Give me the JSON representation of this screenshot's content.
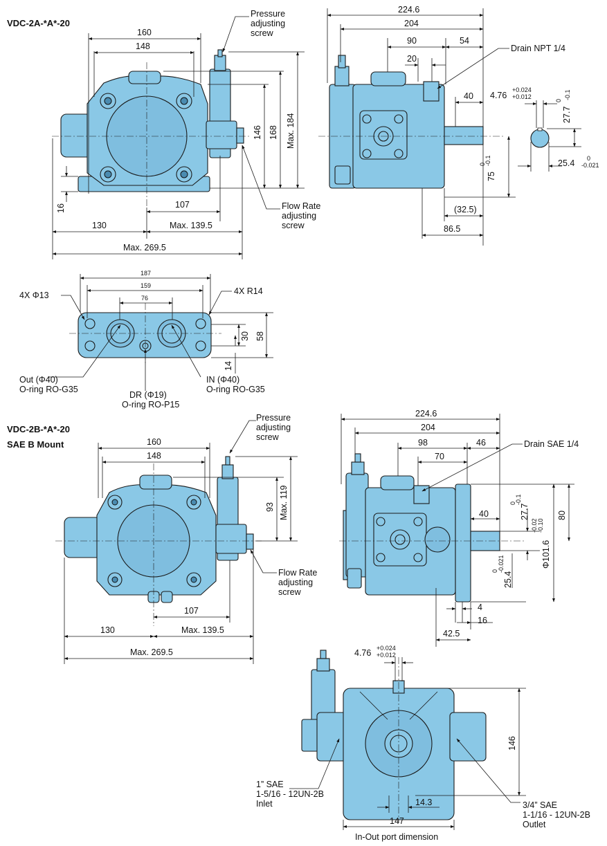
{
  "titles": {
    "a": "VDC-2A-*A*-20",
    "b": "VDC-2B-*A*-20",
    "b_mount": "SAE B Mount"
  },
  "labels": {
    "pressure_adj": [
      "Pressure",
      "adjusting",
      "screw"
    ],
    "flow_adj": [
      "Flow Rate",
      "adjusting",
      "screw"
    ],
    "drain_npt": "Drain NPT 1/4",
    "drain_sae": "Drain SAE 1/4",
    "holes": "4X Φ13",
    "radius": "4X R14",
    "out_port": [
      "Out (Φ40)",
      "O-ring RO-G35"
    ],
    "dr_port": [
      "DR (Φ19)",
      "O-ring RO-P15"
    ],
    "in_port": [
      "IN (Φ40)",
      "O-ring RO-G35"
    ],
    "sae_inlet": [
      "1” SAE",
      "1-5/16 - 12UN-2B",
      "Inlet"
    ],
    "sae_outlet": [
      "3/4” SAE",
      "1-1/16 - 12UN-2B",
      "Outlet"
    ],
    "inout_caption": "In-Out port dimension"
  },
  "dims": {
    "a_front": {
      "w160": "160",
      "w148": "148",
      "h146": "146",
      "h168": "168",
      "hmax184": "Max. 184",
      "h16": "16",
      "d107": "107",
      "d130": "130",
      "dmax139": "Max. 139.5",
      "dmax269": "Max. 269.5"
    },
    "a_side": {
      "d224": "224.6",
      "d204": "204",
      "d90": "90",
      "d54": "54",
      "d20": "20",
      "d40": "40",
      "key": "4.76",
      "key_tol_hi": "+0.024",
      "key_tol_lo": "+0.012",
      "d277": "27.7",
      "d277_hi": "0",
      "d277_lo": "-0.1",
      "d254": "25.4",
      "d254_hi": "0",
      "d254_lo": "-0.021",
      "h75": "75",
      "h75_hi": "0",
      "h75_lo": "-0.1",
      "d325": "(32.5)",
      "d865": "86.5"
    },
    "a_base": {
      "d187": "187",
      "d159": "159",
      "d76": "76",
      "d30": "30",
      "d58": "58",
      "d14": "14"
    },
    "b_front": {
      "w160": "160",
      "w148": "148",
      "h93": "93",
      "hmax119": "Max. 119",
      "d107": "107",
      "d130": "130",
      "dmax139": "Max. 139.5",
      "dmax269": "Max. 269.5"
    },
    "b_side": {
      "d224": "224.6",
      "d204": "204",
      "d98": "98",
      "d46": "46",
      "d70": "70",
      "d40": "40",
      "d277": "27.7",
      "d277_hi": "0",
      "d277_lo": "-0.1",
      "d1016": "Φ101.6",
      "d1016_hi": "-0.02",
      "d1016_lo": "-0.10",
      "d80": "80",
      "d254": "25.4",
      "d254_hi": "0",
      "d254_lo": "-0.021",
      "d4": "4",
      "d16": "16",
      "d425": "42.5"
    },
    "b_rear": {
      "key": "4.76",
      "key_tol_hi": "+0.024",
      "key_tol_lo": "+0.012",
      "h146": "146",
      "d143": "14.3",
      "d147": "147"
    }
  },
  "colors": {
    "pump_fill": "#8ac8e6",
    "outline": "#1a1a1a"
  }
}
